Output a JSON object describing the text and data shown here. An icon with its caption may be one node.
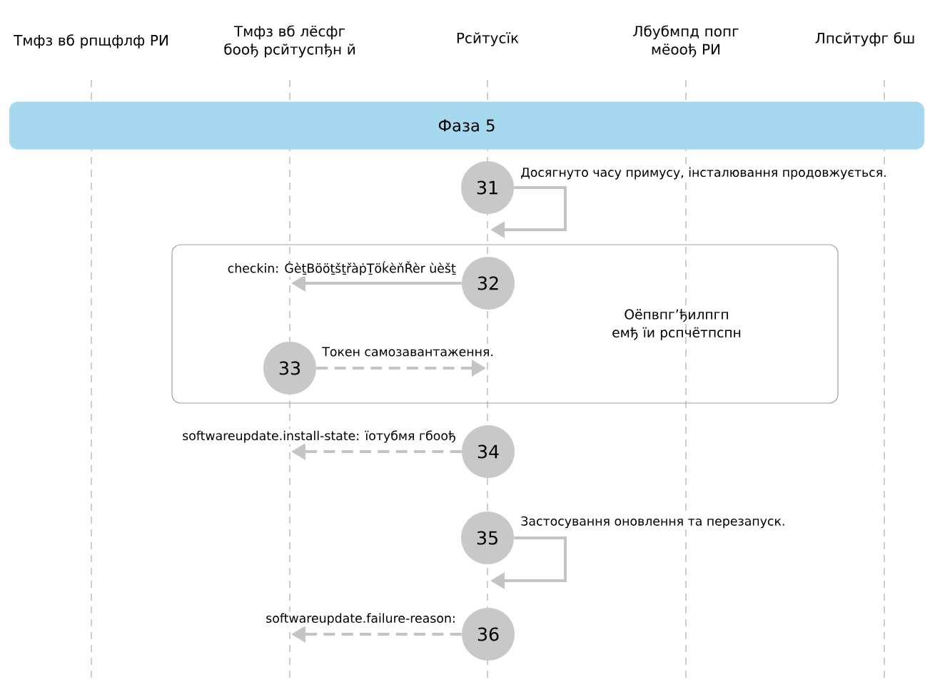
{
  "diagram": {
    "nodes": [
      {
        "text": [
          "Тмфз вб рпщфлф РИ"
        ]
      },
      {
        "text": [
          "Тмфз вб лёсфг боођ рсйтуспђн й"
        ]
      },
      {
        "text": [
          "Рсйтусїк"
        ]
      },
      {
        "text": [
          "Лбубмпд попг мёоођ РИ"
        ]
      },
      {
        "text": [
          "Лпсйтуфг бш"
        ]
      },
      {
        "text": [
          "Фаза 5"
        ]
      },
      {
        "text": [
          "31"
        ]
      },
      {
        "text": [
          "Оёпвпг’ђилпгп емђ їи рспчётпспн"
        ]
      },
      {
        "text": [
          "32"
        ],
        "in": 7
      },
      {
        "text": [
          "33"
        ],
        "in": 7
      },
      {
        "text": [
          "34"
        ]
      },
      {
        "text": [
          "35"
        ]
      },
      {
        "text": [
          "36"
        ]
      }
    ],
    "edges": [
      {
        "from": 6,
        "to": 6,
        "arrow": "to",
        "label": "Досягнуто часу примусу, інсталювання продовжується."
      },
      {
        "from": 8,
        "to": null,
        "arrow": "to",
        "label": "checkin: ǴèṯBööṯšṯřàṗṮöḱèňŘèr ùèšṯ"
      },
      {
        "from": 9,
        "to": null,
        "arrow": "to",
        "style": "dashed",
        "label": "Токен самозавантаження."
      },
      {
        "from": 10,
        "to": null,
        "arrow": "to",
        "style": "dashed",
        "label": "softwareupdate.install-state: їотубмя гбоођ"
      },
      {
        "from": 11,
        "to": 11,
        "arrow": "to",
        "label": "Застосування оновлення та перезапуск."
      },
      {
        "from": 12,
        "to": null,
        "arrow": "to",
        "style": "dashed",
        "label": "softwareupdate.failure-reason:"
      }
    ]
  }
}
